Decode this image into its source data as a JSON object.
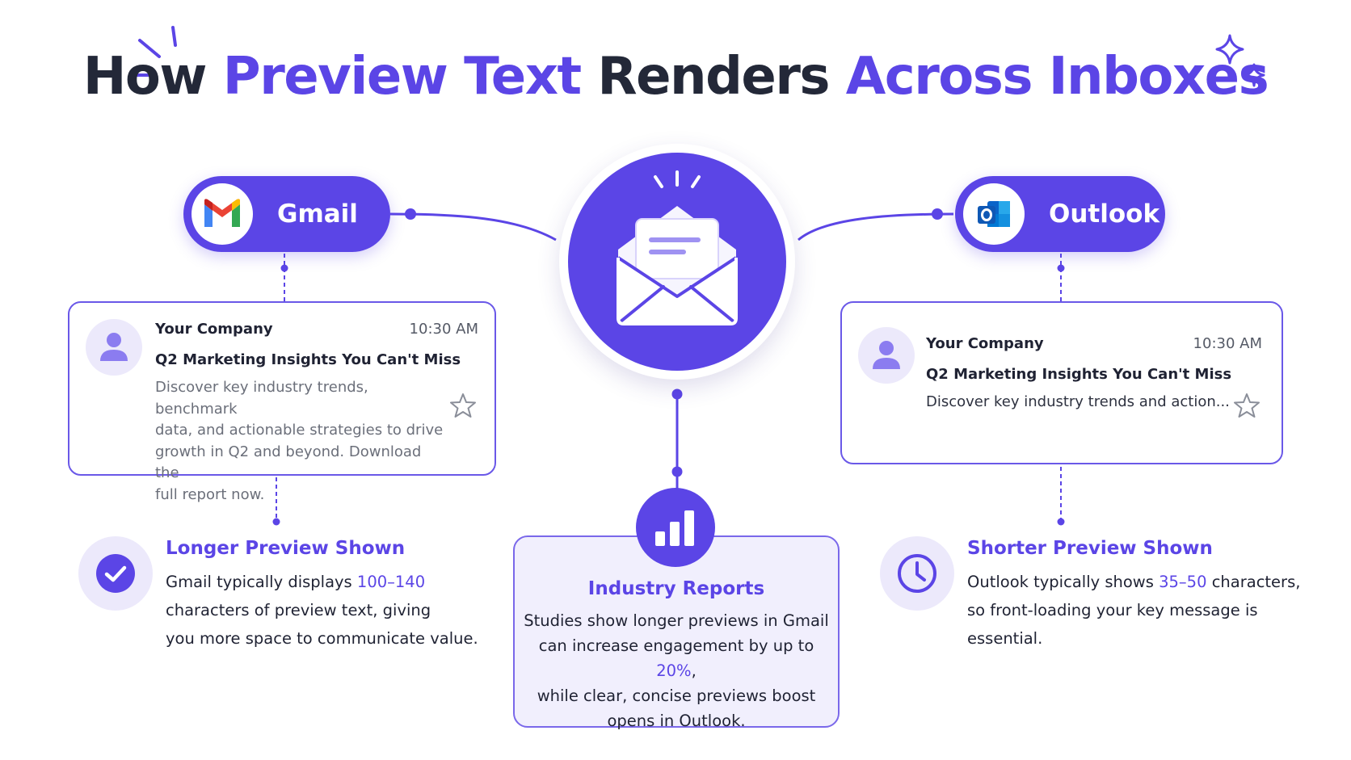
{
  "title": {
    "part1": "How ",
    "part2": "Preview Text",
    "part3": " Renders ",
    "part4": "Across Inboxes"
  },
  "colors": {
    "accent": "#5b45e6",
    "light_accent": "#ece9fb",
    "text": "#1f2233"
  },
  "gmail": {
    "label": "Gmail",
    "icon": "gmail-logo-icon",
    "email": {
      "sender": "Your Company",
      "time": "10:30 AM",
      "subject": "Q2 Marketing Insights You Can't Miss",
      "preview_lines": [
        "Discover key industry trends, benchmark",
        "data, and actionable strategies to drive",
        "growth in Q2 and beyond. Download the",
        "full report now."
      ]
    },
    "info": {
      "title": "Longer Preview Shown",
      "icon": "check-circle-icon",
      "text_pre": "Gmail typically displays ",
      "text_highlight": "100–140",
      "line2": "characters of preview text, giving",
      "line3": "you more space to communicate value."
    }
  },
  "outlook": {
    "label": "Outlook",
    "icon": "outlook-logo-icon",
    "email": {
      "sender": "Your Company",
      "time": "10:30 AM",
      "subject": "Q2 Marketing Insights You Can't Miss",
      "preview": "Discover key industry trends and action..."
    },
    "info": {
      "title": "Shorter Preview Shown",
      "icon": "clock-icon",
      "text_pre": "Outlook typically shows ",
      "text_highlight": "35–50",
      "text_post": " characters,",
      "line2": "so front-loading your key message is",
      "line3": "essential."
    }
  },
  "center": {
    "icon": "open-envelope-icon"
  },
  "industry": {
    "icon": "bar-chart-icon",
    "title": "Industry Reports",
    "line1": "Studies show longer previews in Gmail",
    "line2_pre": "can increase engagement by up to ",
    "line2_highlight": "20%",
    "line2_post": ",",
    "line3": "while clear, concise previews boost",
    "line4": "opens in Outlook."
  }
}
